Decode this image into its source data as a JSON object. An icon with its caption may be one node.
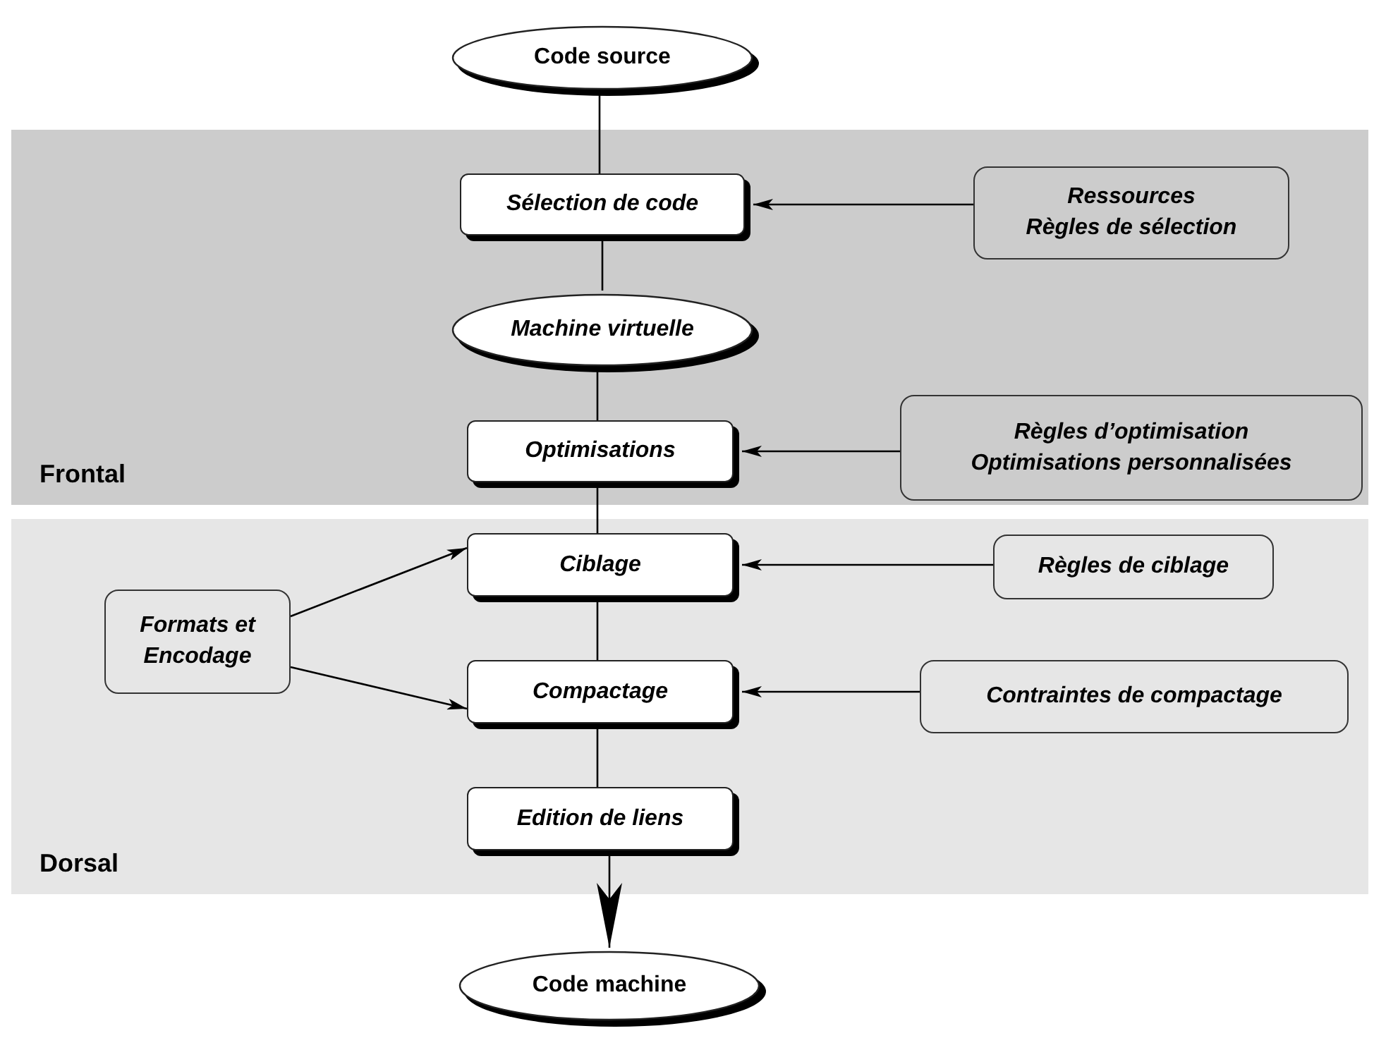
{
  "diagram": {
    "nodes": [
      {
        "text": [
          "Code source"
        ]
      },
      {
        "text": [
          "Frontal"
        ]
      },
      {
        "text": [
          "Sélection de code"
        ],
        "in": 1
      },
      {
        "text": [
          "Ressources",
          "Règles de sélection"
        ],
        "in": 1
      },
      {
        "text": [
          "Machine virtuelle"
        ],
        "in": 1
      },
      {
        "text": [
          "Optimisations"
        ],
        "in": 1
      },
      {
        "text": [
          "Règles d’optimisation",
          "Optimisations personnalisées"
        ],
        "in": 1
      },
      {
        "text": [
          "Dorsal"
        ]
      },
      {
        "text": [
          "Ciblage"
        ],
        "in": 7
      },
      {
        "text": [
          "Règles de ciblage"
        ],
        "in": 7
      },
      {
        "text": [
          "Formats et Encodage"
        ],
        "in": 7
      },
      {
        "text": [
          "Compactage"
        ],
        "in": 7
      },
      {
        "text": [
          "Contraintes de compactage"
        ],
        "in": 7
      },
      {
        "text": [
          "Edition de liens"
        ],
        "in": 7
      },
      {
        "text": [
          "Code machine"
        ]
      }
    ],
    "edges": [
      {
        "from": 0,
        "to": 2,
        "arrow": "none"
      },
      {
        "from": 3,
        "to": 2,
        "arrow": "to"
      },
      {
        "from": 2,
        "to": 4,
        "arrow": "none"
      },
      {
        "from": 4,
        "to": 5,
        "arrow": "none"
      },
      {
        "from": 6,
        "to": 5,
        "arrow": "to"
      },
      {
        "from": 5,
        "to": 8,
        "arrow": "none"
      },
      {
        "from": 9,
        "to": 8,
        "arrow": "to"
      },
      {
        "from": 10,
        "to": 8,
        "arrow": "to"
      },
      {
        "from": 8,
        "to": 11,
        "arrow": "none"
      },
      {
        "from": 10,
        "to": 11,
        "arrow": "to"
      },
      {
        "from": 12,
        "to": 11,
        "arrow": "to"
      },
      {
        "from": 11,
        "to": 13,
        "arrow": "none"
      },
      {
        "from": 13,
        "to": 14,
        "arrow": "to"
      }
    ]
  }
}
